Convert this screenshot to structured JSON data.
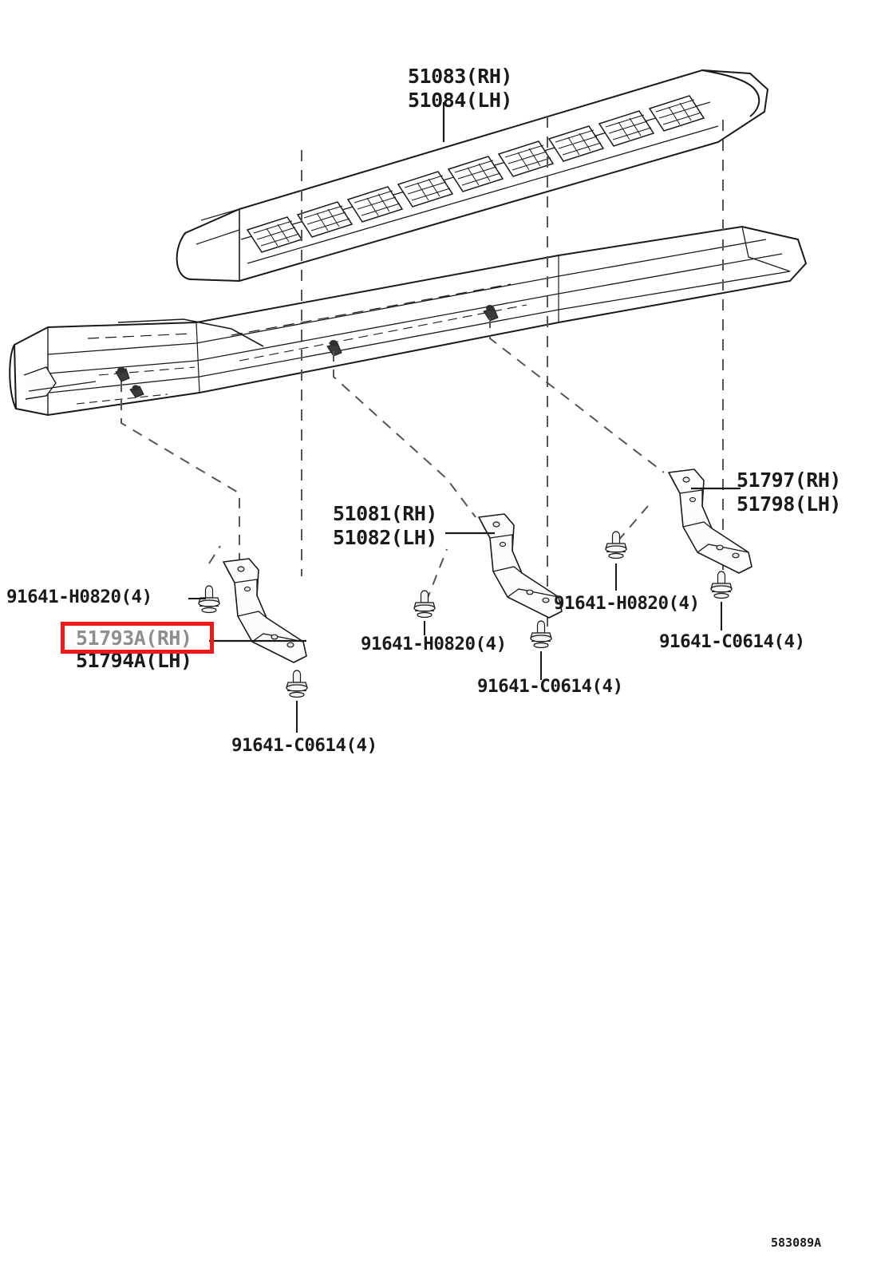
{
  "diagram": {
    "title": "Toyota Running Board / Step Plate Assembly Parts Diagram",
    "sheet_code": "583089A",
    "highlight_color": "#ee1b1b",
    "line_color": "#1a1a1a"
  },
  "labels": {
    "running_board_rh": "51083(RH)",
    "running_board_lh": "51084(LH)",
    "bracket_center_rh": "51081(RH)",
    "bracket_center_lh": "51082(LH)",
    "bracket_rear_rh": "51797(RH)",
    "bracket_rear_lh": "51798(LH)",
    "bracket_front_rh": "51793A(RH)",
    "bracket_front_lh": "51794A(LH)",
    "bolt_front_h0820": "91641-H0820(4)",
    "bolt_front_c0614": "91641-C0614(4)",
    "bolt_center_h0820": "91641-H0820(4)",
    "bolt_center_c0614": "91641-C0614(4)",
    "bolt_rear_h0820": "91641-H0820(4)",
    "bolt_rear_c0614": "91641-C0614(4)"
  }
}
